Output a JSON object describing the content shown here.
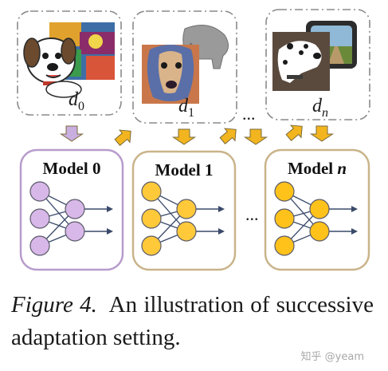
{
  "domains": [
    {
      "label": "d",
      "subscript": "0"
    },
    {
      "label": "d",
      "subscript": "1"
    },
    {
      "label": "d",
      "subscript": "n"
    }
  ],
  "ellipsis": "...",
  "models": [
    {
      "label": "Model 0",
      "color": "#d8b8e8",
      "border": "#b79ccc"
    },
    {
      "label": "Model 1",
      "color": "#ffc93a",
      "border": "#c9b48a"
    },
    {
      "label": "Model ",
      "label_italic": "n",
      "color": "#ffc21a",
      "border": "#c9b48a"
    }
  ],
  "arrow_color": "#f2b51f",
  "first_arrow_color": "#c9aee0",
  "caption": {
    "figure_label": "Figure 4.",
    "text": "An illustration of successive adaptation setting."
  },
  "watermark": "知乎 @yeam"
}
